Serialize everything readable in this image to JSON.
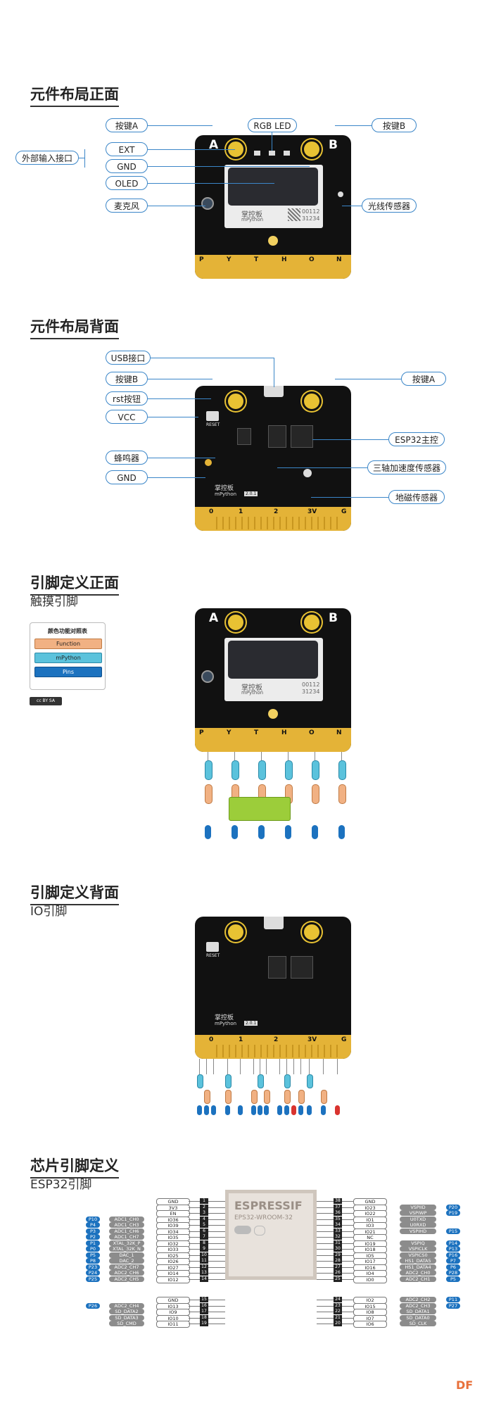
{
  "sections": {
    "front_title": "元件布局正面",
    "back_title": "元件布局背面",
    "pin_front_title": "引脚定义正面",
    "pin_front_sub": "触摸引脚",
    "pin_back_title": "引脚定义背面",
    "pin_back_sub": "IO引脚",
    "chip_title": "芯片引脚定义",
    "chip_sub": "ESP32引脚"
  },
  "front": {
    "labels": {
      "button_a": "按键A",
      "rgb_led": "RGB LED",
      "button_b": "按键B",
      "ext_input": "外部输入接口",
      "ext": "EXT",
      "gnd": "GND",
      "oled": "OLED",
      "mic": "麦克风",
      "light": "光线传感器"
    },
    "board": {
      "corner_a": "A",
      "corner_b": "B",
      "brand": "掌控板",
      "brand_en": "mPython",
      "qr_text1": "00112",
      "qr_text2": "31234",
      "edge_letters": [
        "P",
        "Y",
        "T",
        "H",
        "O",
        "N"
      ]
    }
  },
  "back": {
    "labels": {
      "usb": "USB接口",
      "button_b": "按键B",
      "rst": "rst按钮",
      "vcc": "VCC",
      "buzzer": "蜂鸣器",
      "gnd": "GND",
      "button_a": "按键A",
      "esp32": "ESP32主控",
      "accel": "三轴加速度传感器",
      "mag": "地磁传感器"
    },
    "board": {
      "reset": "RESET",
      "brand": "掌控板",
      "brand_en": "mPython",
      "version": "2.0.1",
      "edge_labels": [
        "0",
        "1",
        "2",
        "3V",
        "G"
      ]
    }
  },
  "legend": {
    "title": "颜色功能对照表",
    "function": "Function",
    "mpython": "mPython",
    "pins": "Pins",
    "license": "cc BY SA"
  },
  "chip": {
    "brand": "ESPRESSIF",
    "model": "EPS32-WROOM-32",
    "left_pins": [
      {
        "n": "1",
        "name": "GND",
        "func": "",
        "p": ""
      },
      {
        "n": "2",
        "name": "3V3",
        "func": "",
        "p": ""
      },
      {
        "n": "3",
        "name": "EN",
        "func": "",
        "p": ""
      },
      {
        "n": "4",
        "name": "IO36",
        "func": "ADC1_CH0",
        "p": "P10"
      },
      {
        "n": "5",
        "name": "IO39",
        "func": "ADC1_CH3",
        "p": "P4"
      },
      {
        "n": "6",
        "name": "IO34",
        "func": "ADC1_CH6",
        "p": "P3"
      },
      {
        "n": "7",
        "name": "IO35",
        "func": "ADC1_CH7",
        "p": "P2"
      },
      {
        "n": "8",
        "name": "IO32",
        "func": "XTAL_32K_P",
        "p": "P1"
      },
      {
        "n": "9",
        "name": "IO33",
        "func": "XTAL_32K_N",
        "p": "P0"
      },
      {
        "n": "10",
        "name": "IO25",
        "func": "DAC_1",
        "p": "P5"
      },
      {
        "n": "11",
        "name": "IO26",
        "func": "DAC_2",
        "p": "P8"
      },
      {
        "n": "12",
        "name": "IO27",
        "func": "ADC2_CH7",
        "p": "P23"
      },
      {
        "n": "13",
        "name": "IO14",
        "func": "ADC2_CH6",
        "p": "P24"
      },
      {
        "n": "14",
        "name": "IO12",
        "func": "ADC2_CH5",
        "p": "P25"
      }
    ],
    "bottom_left": [
      {
        "n": "15",
        "name": "GND",
        "func": "",
        "p": ""
      },
      {
        "n": "16",
        "name": "IO13",
        "func": "ADC2_CH4",
        "p": "P26"
      },
      {
        "n": "17",
        "name": "IO9",
        "func": "SD_DATA2",
        "p": ""
      },
      {
        "n": "18",
        "name": "IO10",
        "func": "SD_DATA3",
        "p": ""
      },
      {
        "n": "19",
        "name": "IO11",
        "func": "SD_CMD",
        "p": ""
      }
    ],
    "right_pins": [
      {
        "n": "38",
        "name": "GND",
        "func": "",
        "p": ""
      },
      {
        "n": "37",
        "name": "IO23",
        "func": "VSPIID",
        "p": "P20"
      },
      {
        "n": "36",
        "name": "IO22",
        "func": "VSPIWP",
        "p": "P19"
      },
      {
        "n": "35",
        "name": "IO1",
        "func": "U0TXD",
        "p": ""
      },
      {
        "n": "34",
        "name": "IO3",
        "func": "U0RXD",
        "p": ""
      },
      {
        "n": "33",
        "name": "IO21",
        "func": "VSPIHD",
        "p": "P15"
      },
      {
        "n": "32",
        "name": "NC",
        "func": "",
        "p": ""
      },
      {
        "n": "31",
        "name": "IO19",
        "func": "VSPIQ",
        "p": "P14"
      },
      {
        "n": "30",
        "name": "IO18",
        "func": "VSPICLK",
        "p": "P13"
      },
      {
        "n": "29",
        "name": "IO5",
        "func": "VSPICS0",
        "p": "P16"
      },
      {
        "n": "28",
        "name": "IO17",
        "func": "HS1_DATA5",
        "p": "P7"
      },
      {
        "n": "27",
        "name": "IO16",
        "func": "HS1_DATA4",
        "p": "P6"
      },
      {
        "n": "26",
        "name": "IO4",
        "func": "ADC2_CH0",
        "p": "P28"
      },
      {
        "n": "25",
        "name": "IO0",
        "func": "ADC2_CH1",
        "p": "P5"
      }
    ],
    "bottom_right": [
      {
        "n": "24",
        "name": "IO2",
        "func": "ADC2_CH2",
        "p": "P11"
      },
      {
        "n": "23",
        "name": "IO15",
        "func": "ADC2_CH3",
        "p": "P27"
      },
      {
        "n": "22",
        "name": "IO8",
        "func": "SD_DATA1",
        "p": ""
      },
      {
        "n": "21",
        "name": "IO7",
        "func": "SD_DATA0",
        "p": ""
      },
      {
        "n": "20",
        "name": "IO6",
        "func": "SD_CLK",
        "p": ""
      }
    ]
  },
  "footer_logo": "DF",
  "colors": {
    "leader": "#3b86c8",
    "function": "#f1b183",
    "mpython": "#5bc2dc",
    "pins": "#1c72bf",
    "gold": "#e4b337",
    "board": "#111111"
  }
}
